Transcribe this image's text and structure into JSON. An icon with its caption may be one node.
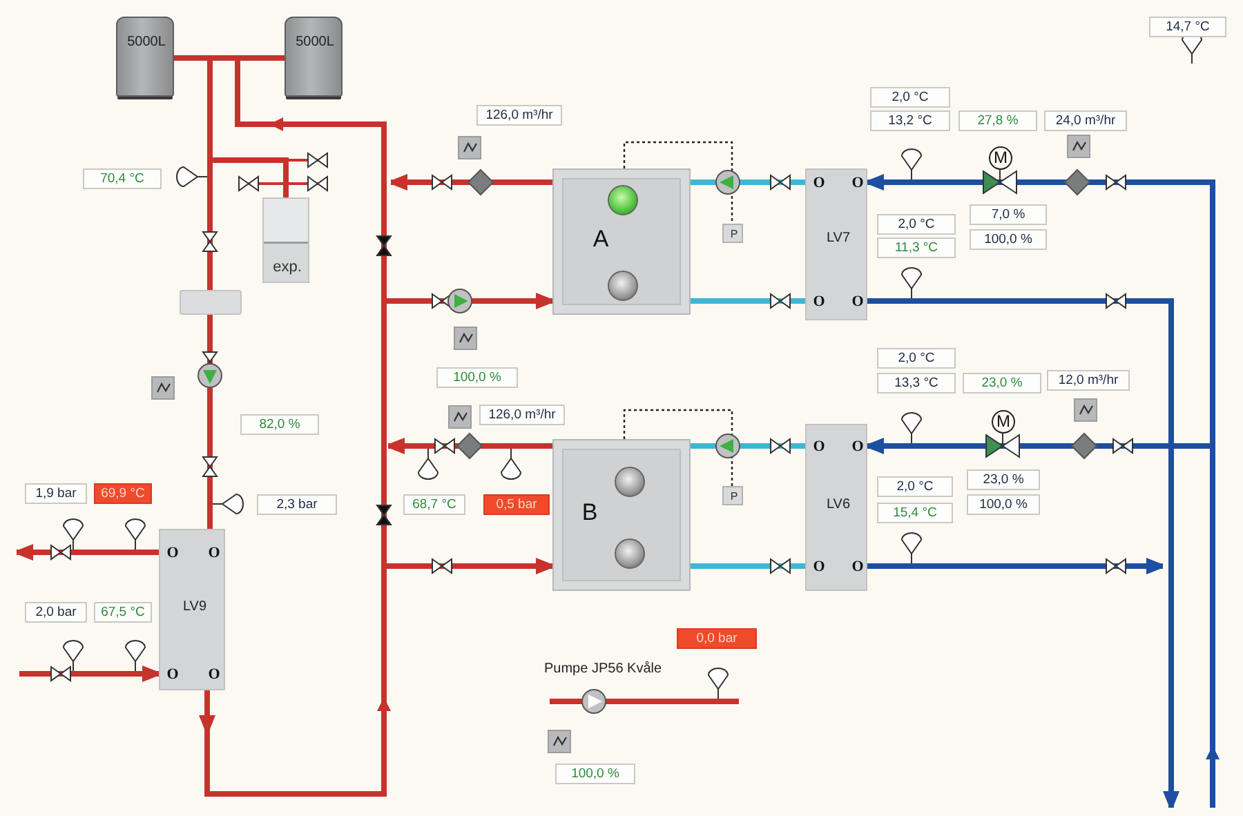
{
  "diagram": {
    "nodes": [
      {
        "text": [
          "5000L"
        ]
      },
      {
        "text": [
          "5000L"
        ]
      },
      {
        "text": [
          "exp."
        ]
      },
      {
        "text": [
          "A"
        ]
      },
      {
        "text": [
          "P"
        ]
      },
      {
        "text": [
          "O",
          "O",
          "LV7",
          "O",
          "O"
        ]
      },
      {
        "text": [],
        "shape": "box"
      },
      {
        "text": [
          "B"
        ]
      },
      {
        "text": [
          "P"
        ]
      },
      {
        "text": [
          "O",
          "O",
          "LV6",
          "O",
          "O"
        ]
      },
      {
        "text": [
          "O",
          "O",
          "LV9",
          "O",
          "O"
        ]
      }
    ],
    "edges": [
      {
        "from": 0,
        "to": 1,
        "arrow": "none"
      },
      {
        "from": 3,
        "to": 5,
        "arrow": "none",
        "color": "#3fb6d3"
      },
      {
        "from": 3,
        "to": 5,
        "arrow": "none",
        "color": "#3fb6d3"
      },
      {
        "from": 3,
        "to": 4,
        "arrow": "none",
        "style": "dashed",
        "color": "#222222"
      },
      {
        "from": 7,
        "to": 9,
        "arrow": "none",
        "color": "#3fb6d3"
      },
      {
        "from": 7,
        "to": 9,
        "arrow": "none",
        "color": "#3fb6d3"
      },
      {
        "from": 7,
        "to": 8,
        "arrow": "none",
        "style": "dashed",
        "color": "#222222"
      },
      {
        "from": null,
        "to": 5,
        "arrow": "to",
        "color": "#1d4fa0"
      },
      {
        "from": 5,
        "to": null,
        "arrow": "to",
        "color": "#1d4fa0"
      },
      {
        "from": null,
        "to": 9,
        "arrow": "to",
        "color": "#1d4fa0"
      },
      {
        "from": 9,
        "to": null,
        "arrow": "to",
        "color": "#1d4fa0"
      },
      {
        "from": 3,
        "to": null,
        "arrow": "to"
      },
      {
        "from": null,
        "to": 3,
        "arrow": "to"
      },
      {
        "from": 7,
        "to": null,
        "arrow": "to"
      },
      {
        "from": null,
        "to": 7,
        "arrow": "to"
      },
      {
        "from": 10,
        "to": null,
        "arrow": "to"
      },
      {
        "from": null,
        "to": 10,
        "arrow": "to"
      },
      {
        "from": 10,
        "to": null,
        "arrow": "to"
      },
      {
        "from": 0,
        "to": 6,
        "arrow": "none"
      },
      {
        "from": 6,
        "to": 10,
        "arrow": "none"
      },
      {
        "from": 0,
        "to": 2,
        "arrow": "none"
      }
    ],
    "labels": [
      "14,7 °C",
      "2,0 °C",
      "13,2 °C",
      "27,8 %",
      "24,0 m³/hr",
      "126,0 m³/hr",
      "70,4 °C",
      "7,0 %",
      "2,0 °C",
      "100,0 %",
      "11,3 °C",
      "100,0 %",
      "2,0 °C",
      "13,3 °C",
      "23,0 %",
      "12,0 m³/hr",
      "126,0 m³/hr",
      "82,0 %",
      "23,0 %",
      "1,9 bar",
      "69,9 °C",
      "2,0 °C",
      "2,3 bar",
      "68,7 °C",
      "0,5 bar",
      "100,0 %",
      "15,4 °C",
      "2,0 bar",
      "67,5 °C",
      "0,0 bar",
      "Pumpe JP56 Kvåle",
      "100,0 %",
      "M",
      "M"
    ]
  }
}
